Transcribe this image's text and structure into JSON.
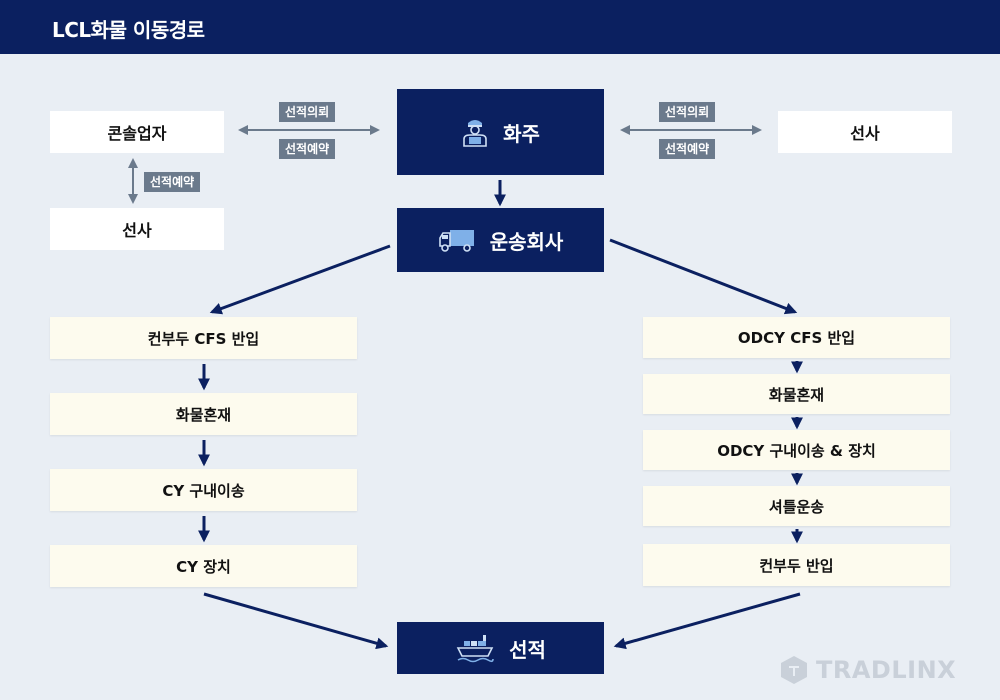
{
  "header": {
    "title": "LCL화물 이동경로"
  },
  "top": {
    "left": {
      "box1": "콘솔업자",
      "box2": "선사",
      "tag_top": "선적의뢰",
      "tag_bottom": "선적예약",
      "tag_vertical": "선적예약"
    },
    "center": "화주",
    "right": {
      "box": "선사",
      "tag_top": "선적의뢰",
      "tag_bottom": "선적예약"
    }
  },
  "transport": "운송회사",
  "left_flow": [
    "컨부두 CFS 반입",
    "화물혼재",
    "CY 구내이송",
    "CY 장치"
  ],
  "right_flow": [
    "ODCY CFS 반입",
    "화물혼재",
    "ODCY 구내이송 & 장치",
    "셔틀운송",
    "컨부두 반입"
  ],
  "final": "선적",
  "logo": {
    "text": "TRADLINX"
  },
  "colors": {
    "navy": "#0b2060",
    "cream": "#fdfbee",
    "tag": "#6b7a8c",
    "background": "#e9eef4"
  }
}
